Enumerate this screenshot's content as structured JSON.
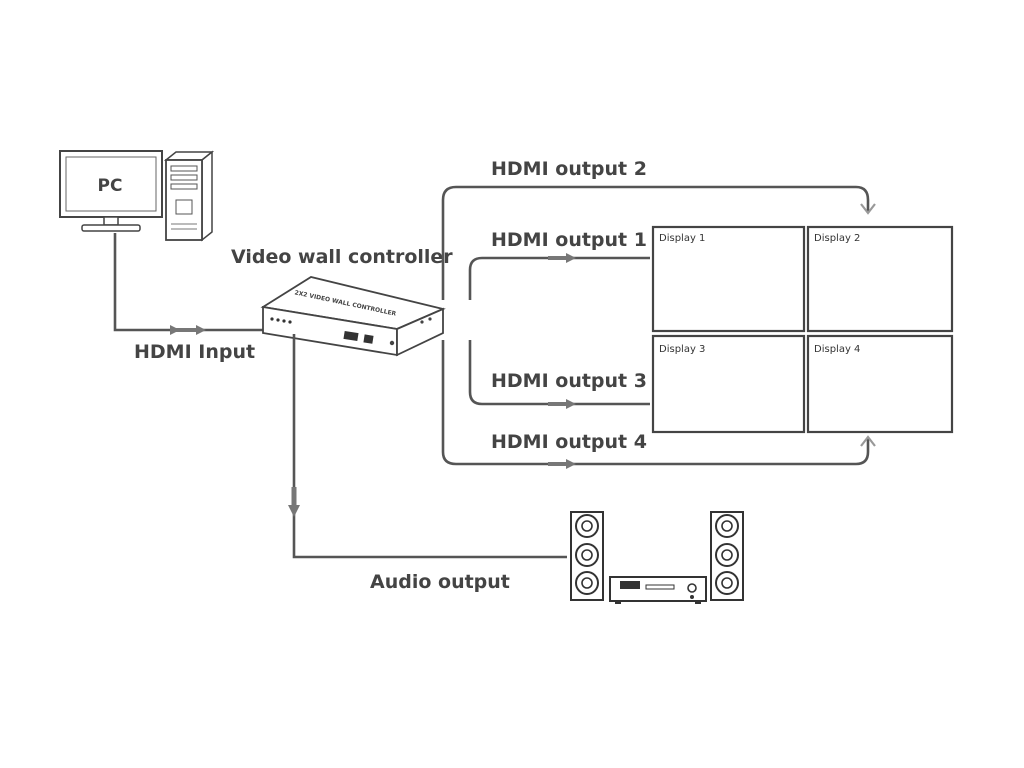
{
  "pc": {
    "label": "PC"
  },
  "controller": {
    "label": "Video wall controller",
    "device_text": "2X2 VIDEO WALL CONTROLLER"
  },
  "connections": {
    "hdmi_input": "HDMI Input",
    "hdmi_output_1": "HDMI output 1",
    "hdmi_output_2": "HDMI output 2",
    "hdmi_output_3": "HDMI output 3",
    "hdmi_output_4": "HDMI output 4",
    "audio_output": "Audio output"
  },
  "displays": [
    "Display 1",
    "Display 2",
    "Display 3",
    "Display 4"
  ],
  "colors": {
    "line": "#555555",
    "text": "#444444",
    "arrow": "#777777"
  }
}
